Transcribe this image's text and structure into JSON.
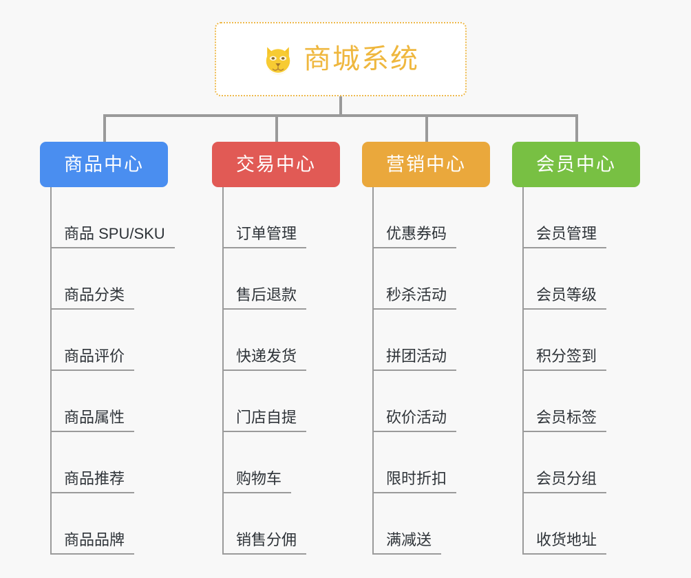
{
  "background_color": "#f8f8f8",
  "root": {
    "title": "商城系统",
    "icon": "dog-face-emoji",
    "text_color": "#efb73e",
    "border_color": "#eeb94a",
    "background_color": "#ffffff"
  },
  "connector_color": "#9a9a9a",
  "categories": [
    {
      "label": "商品中心",
      "color": "#4a8ef0",
      "items": [
        "商品 SPU/SKU",
        "商品分类",
        "商品评价",
        "商品属性",
        "商品推荐",
        "商品品牌"
      ]
    },
    {
      "label": "交易中心",
      "color": "#e15a55",
      "items": [
        "订单管理",
        "售后退款",
        "快递发货",
        "门店自提",
        "购物车",
        "销售分佣"
      ]
    },
    {
      "label": "营销中心",
      "color": "#eaa83c",
      "items": [
        "优惠券码",
        "秒杀活动",
        "拼团活动",
        "砍价活动",
        "限时折扣",
        "满减送"
      ]
    },
    {
      "label": "会员中心",
      "color": "#78c043",
      "items": [
        "会员管理",
        "会员等级",
        "积分签到",
        "会员标签",
        "会员分组",
        "收货地址"
      ]
    }
  ]
}
